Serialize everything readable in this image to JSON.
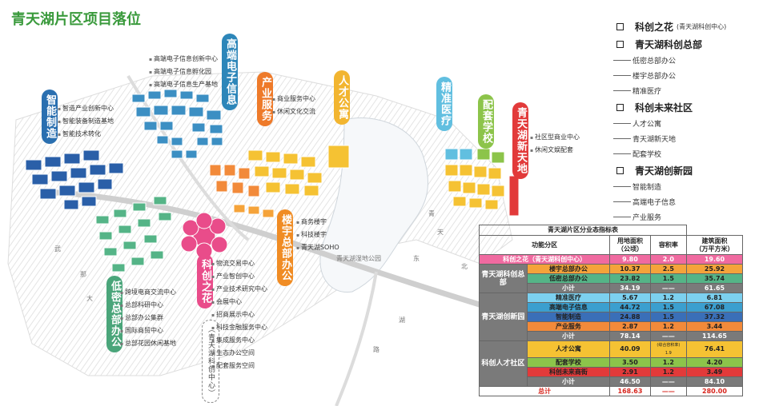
{
  "page_title": "青天湖片区项目落位",
  "zones": {
    "high_tech": {
      "label": "高端电子信息",
      "color": "#2d86b9",
      "features": [
        "高端电子信息创新中心",
        "高端电子信息孵化园",
        "高端电子信息生产基地"
      ]
    },
    "smart_mfg": {
      "label": "智能制造",
      "color": "#2a6fb0",
      "features": [
        "智造产业创新中心",
        "智能装备制造基地",
        "智能技术转化"
      ]
    },
    "industry_service": {
      "label": "产业服务",
      "color": "#ee7a2a",
      "features": [
        "商业服务中心",
        "休闲文化交流"
      ]
    },
    "talent": {
      "label": "人才公寓",
      "color": "#f2b530"
    },
    "medical": {
      "label": "精准医疗",
      "color": "#61bfe0"
    },
    "school": {
      "label": "配套学校",
      "color": "#8cc44a"
    },
    "new_city": {
      "label": "青天湖新天地",
      "color": "#e23a3a",
      "features": [
        "社区型商业中心",
        "休闲文娱配套"
      ]
    },
    "hq_building": {
      "label": "楼宇总部办公",
      "color": "#f08c24",
      "features": [
        "商务楼宇",
        "科技楼宇",
        "青天湖SOHO"
      ]
    },
    "innovation": {
      "label": "科创之花",
      "sub": "（青天湖科创中心）",
      "color": "#e94c8a",
      "features": [
        "物流交易中心",
        "产业智创中心",
        "产业技术研究中心",
        "会展中心",
        "招商展示中心",
        "科技金融服务中心",
        "集成服务中心",
        "生态办公空间",
        "配套服务空间"
      ]
    },
    "low_density": {
      "label": "低密总部办公",
      "color": "#4aa57a",
      "features": [
        "跨境电商交流中心",
        "总部科研中心",
        "总部办公集群",
        "国际商贸中心",
        "总部花园休闲基地"
      ]
    }
  },
  "map_labels": {
    "park": "青天湖湿地公园",
    "road_wu": "武",
    "road_na": "那",
    "road_da": "大",
    "road_qing": "青",
    "road_tian": "天",
    "road_hu": "湖",
    "road_lu": "路",
    "road_east": "东",
    "road_bei": "北"
  },
  "legend": [
    {
      "head": "科创之花",
      "sub": "(青天湖科创中心)",
      "items": []
    },
    {
      "head": "青天湖科创总部",
      "items": [
        "低密总部办公",
        "楼宇总部办公",
        "精准医疗"
      ]
    },
    {
      "head": "科创未来社区",
      "items": [
        "人才公寓",
        "青天湖新天地",
        "配套学校"
      ]
    },
    {
      "head": "青天湖创新园",
      "items": [
        "智能制造",
        "高端电子信息",
        "产业服务"
      ]
    }
  ],
  "table": {
    "title": "青天湖片区分业态指标表",
    "headers": {
      "zone": "功能分区",
      "area": "用地面积\n（公顷）",
      "far": "容积率",
      "gfa": "建筑面积\n（万平方米）"
    },
    "flower_row": {
      "name": "科创之花（青天湖科创中心）",
      "area": "9.80",
      "far": "2.0",
      "gfa": "19.60"
    },
    "groups": [
      {
        "name": "青天湖科创总部",
        "rows": [
          {
            "name": "楼宇总部办公",
            "area": "10.37",
            "far": "2.5",
            "gfa": "25.92",
            "color": "#f5a33a"
          },
          {
            "name": "低密总部办公",
            "area": "23.82",
            "far": "1.5",
            "gfa": "35.74",
            "color": "#55b487"
          }
        ],
        "subtotal": {
          "label": "小计",
          "area": "34.19",
          "far": "——",
          "gfa": "61.65"
        }
      },
      {
        "name": "青天湖创新园",
        "rows": [
          {
            "name": "精准医疗",
            "area": "5.67",
            "far": "1.2",
            "gfa": "6.81",
            "color": "#7cd0ef"
          },
          {
            "name": "高端电子信息",
            "area": "44.72",
            "far": "1.5",
            "gfa": "67.08",
            "color": "#3b9fcf"
          },
          {
            "name": "智能制造",
            "area": "24.88",
            "far": "1.5",
            "gfa": "37.32",
            "color": "#3a6fb8"
          },
          {
            "name": "产业服务",
            "area": "2.87",
            "far": "1.2",
            "gfa": "3.44",
            "color": "#f28a3a"
          }
        ],
        "subtotal": {
          "label": "小计",
          "area": "78.14",
          "far": "——",
          "gfa": "114.65"
        }
      },
      {
        "name": "科创人才社区",
        "rows": [
          {
            "name": "人才公寓",
            "area": "40.09",
            "far": "(综合容积率)\n1.9",
            "gfa": "76.41",
            "color": "#f5c233"
          },
          {
            "name": "配套学校",
            "area": "3.50",
            "far": "1.2",
            "gfa": "4.20",
            "color": "#8cc44a"
          },
          {
            "name": "科创未来商街",
            "area": "2.91",
            "far": "1.2",
            "gfa": "3.49",
            "color": "#e23a3a"
          }
        ],
        "subtotal": {
          "label": "小计",
          "area": "46.50",
          "far": "——",
          "gfa": "84.10"
        }
      }
    ],
    "total": {
      "label": "总计",
      "area": "168.63",
      "far": "——",
      "gfa": "280.00"
    }
  }
}
